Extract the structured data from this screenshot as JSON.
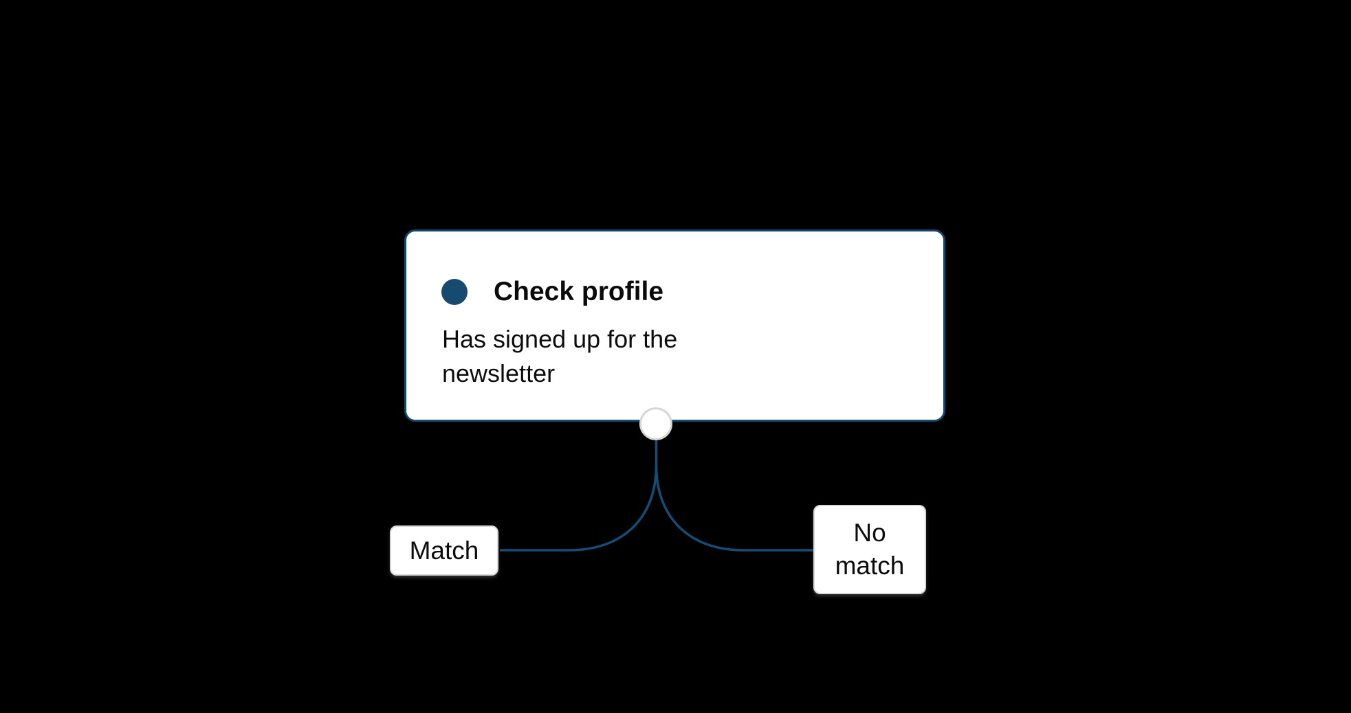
{
  "canvas": {
    "background_color": "#000000"
  },
  "colors": {
    "accent_navy": "#11486d",
    "connector_line": "#124e77",
    "card_background": "#ffffff",
    "label_border": "#d9d9d9",
    "port_border": "#d6d6d6",
    "text": "#0d0d0d"
  },
  "node": {
    "icon": "filled-circle-icon",
    "title": "Check profile",
    "description": "Has signed up for the newsletter"
  },
  "branches": [
    {
      "label": "Match"
    },
    {
      "label": "No match"
    }
  ]
}
